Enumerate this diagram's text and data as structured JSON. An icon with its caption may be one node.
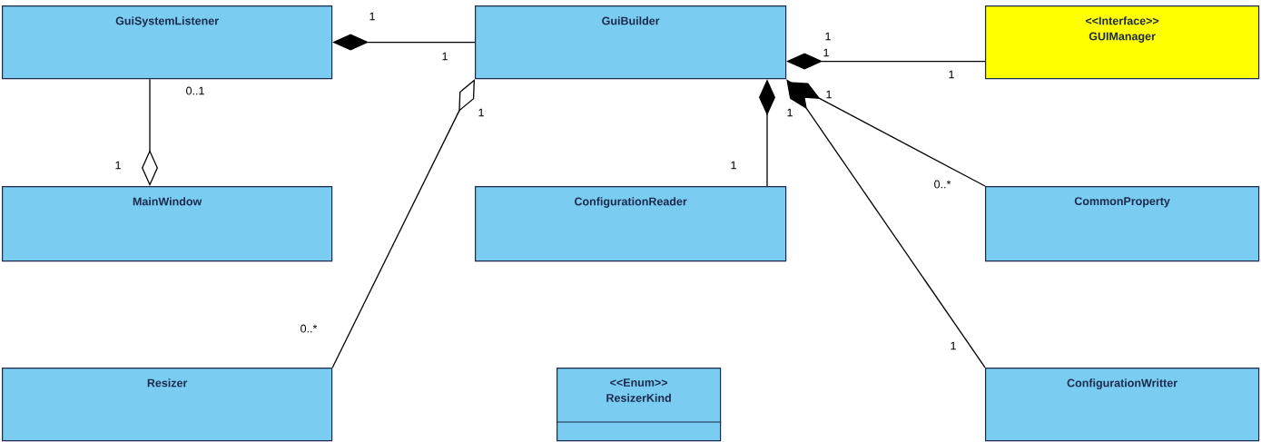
{
  "diagram": {
    "nodes": [
      {
        "text": [
          "GuiSystemListener"
        ]
      },
      {
        "text": [
          "GuiBuilder"
        ]
      },
      {
        "text": [
          "<<Interface>>",
          "GUIManager"
        ]
      },
      {
        "text": [
          "MainWindow"
        ]
      },
      {
        "text": [
          "ConfigurationReader"
        ]
      },
      {
        "text": [
          "CommonProperty"
        ]
      },
      {
        "text": [
          "Resizer"
        ]
      },
      {
        "text": [
          "<<Enum>>",
          "ResizerKind"
        ]
      },
      {
        "text": [
          "ConfigurationWritter"
        ]
      }
    ],
    "edges": [
      {
        "from": 1,
        "to": 0,
        "arrow": "other"
      },
      {
        "from": 0,
        "to": 3,
        "arrow": "other"
      },
      {
        "from": 6,
        "to": 1,
        "arrow": "other"
      },
      {
        "from": 2,
        "to": 1,
        "arrow": "other"
      },
      {
        "from": 4,
        "to": 1,
        "arrow": "other"
      },
      {
        "from": 5,
        "to": 1,
        "arrow": "other"
      },
      {
        "from": 8,
        "to": 1,
        "arrow": "other"
      }
    ],
    "labels": [
      "1",
      "1",
      "1",
      "1",
      "1",
      "0..1",
      "1",
      "1",
      "1",
      "1",
      "1",
      "0..*",
      "0..*",
      "1"
    ]
  }
}
